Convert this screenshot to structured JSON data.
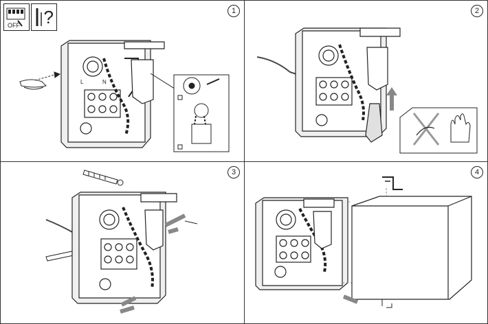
{
  "panels": [
    {
      "step": "1",
      "switch_label": "OFF",
      "question_mark": "?",
      "terminal_l": "L",
      "terminal_n": "N"
    },
    {
      "step": "2"
    },
    {
      "step": "3"
    },
    {
      "step": "4"
    }
  ]
}
